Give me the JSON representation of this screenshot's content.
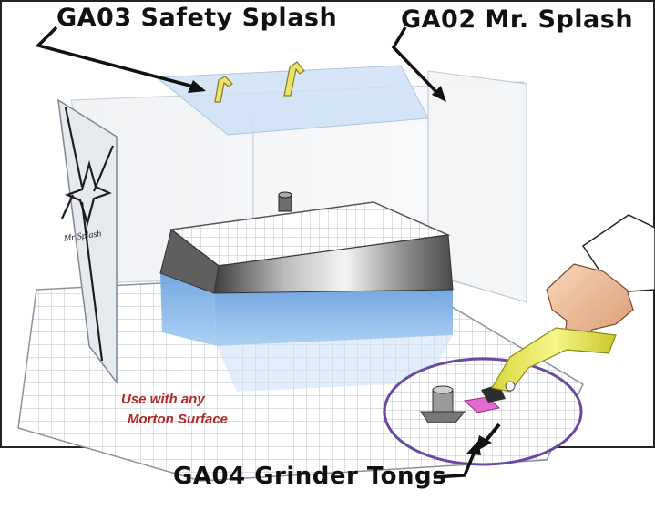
{
  "labels": {
    "ga03": "GA03  Safety Splash",
    "ga02": "GA02  Mr. Splash",
    "ga04": "GA04  Grinder Tongs"
  },
  "panel_brand": "Mr Splash",
  "surface_note": {
    "line1": "Use with any",
    "line2": "Morton Surface"
  },
  "colors": {
    "red_text": "#b02a2a",
    "tongs": "#e8e85a",
    "water": "#7fb0e6",
    "circle_border": "#6a4aa0"
  }
}
